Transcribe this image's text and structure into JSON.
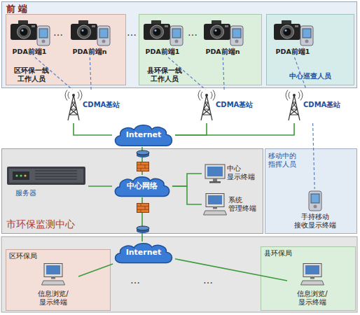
{
  "diagram": {
    "nodes": [
      {
        "text": [
          "前端"
        ]
      },
      {
        "text": [
          "区环保一线 工作人员"
        ],
        "in": 0
      },
      {
        "text": [
          "PDA前端1"
        ],
        "in": 1
      },
      {
        "text": [
          "PDA前端n"
        ],
        "in": 1
      },
      {
        "text": [
          "县环保一线 工作人员"
        ],
        "in": 0
      },
      {
        "text": [
          "PDA前端1"
        ],
        "in": 4
      },
      {
        "text": [
          "PDA前端n"
        ],
        "in": 4
      },
      {
        "text": [
          "中心巡查人员"
        ],
        "in": 0
      },
      {
        "text": [
          "PDA前端1"
        ],
        "in": 7
      },
      {
        "text": [
          "CDMA基站"
        ]
      },
      {
        "text": [
          "CDMA基站"
        ]
      },
      {
        "text": [
          "CDMA基站"
        ]
      },
      {
        "text": [
          "Internet"
        ]
      },
      {
        "text": [
          "市环保监测中心"
        ]
      },
      {
        "text": [
          "服务器"
        ],
        "in": 13
      },
      {
        "text": [
          "中心网络"
        ],
        "in": 13
      },
      {
        "text": [
          "中心 显示终端"
        ],
        "in": 13
      },
      {
        "text": [
          "系统 管理终端"
        ],
        "in": 13
      },
      {
        "text": [
          "移动中的 指挥人员"
        ]
      },
      {
        "text": [
          "手持移动 接收显示终端"
        ],
        "in": 18
      },
      {
        "text": [
          "Internet"
        ]
      },
      {
        "text": [
          "区环保局"
        ]
      },
      {
        "text": [
          "信息浏览/ 显示终端"
        ],
        "in": 21
      },
      {
        "text": [
          "县环保局"
        ]
      },
      {
        "text": [
          "信息浏览/ 显示终端"
        ],
        "in": 23
      }
    ],
    "edges": [
      {
        "from": 2,
        "to": 9,
        "arrow": "none"
      },
      {
        "from": 3,
        "to": 9,
        "arrow": "none"
      },
      {
        "from": 5,
        "to": 10,
        "arrow": "none"
      },
      {
        "from": 6,
        "to": 10,
        "arrow": "none"
      },
      {
        "from": 8,
        "to": 11,
        "arrow": "none"
      },
      {
        "from": 9,
        "to": 12,
        "arrow": "none"
      },
      {
        "from": 10,
        "to": 12,
        "arrow": "none"
      },
      {
        "from": 11,
        "to": 12,
        "arrow": "none"
      },
      {
        "from": 11,
        "to": 19,
        "arrow": "none"
      },
      {
        "from": 12,
        "to": 15,
        "arrow": "none"
      },
      {
        "from": 15,
        "to": 14,
        "arrow": "none"
      },
      {
        "from": 15,
        "to": 16,
        "arrow": "none"
      },
      {
        "from": 15,
        "to": 17,
        "arrow": "none"
      },
      {
        "from": 15,
        "to": 20,
        "arrow": "none"
      },
      {
        "from": 20,
        "to": 22,
        "arrow": "none"
      },
      {
        "from": 20,
        "to": 24,
        "arrow": "none"
      }
    ],
    "labels": [
      "…",
      "…",
      "…",
      "…",
      "…"
    ]
  }
}
